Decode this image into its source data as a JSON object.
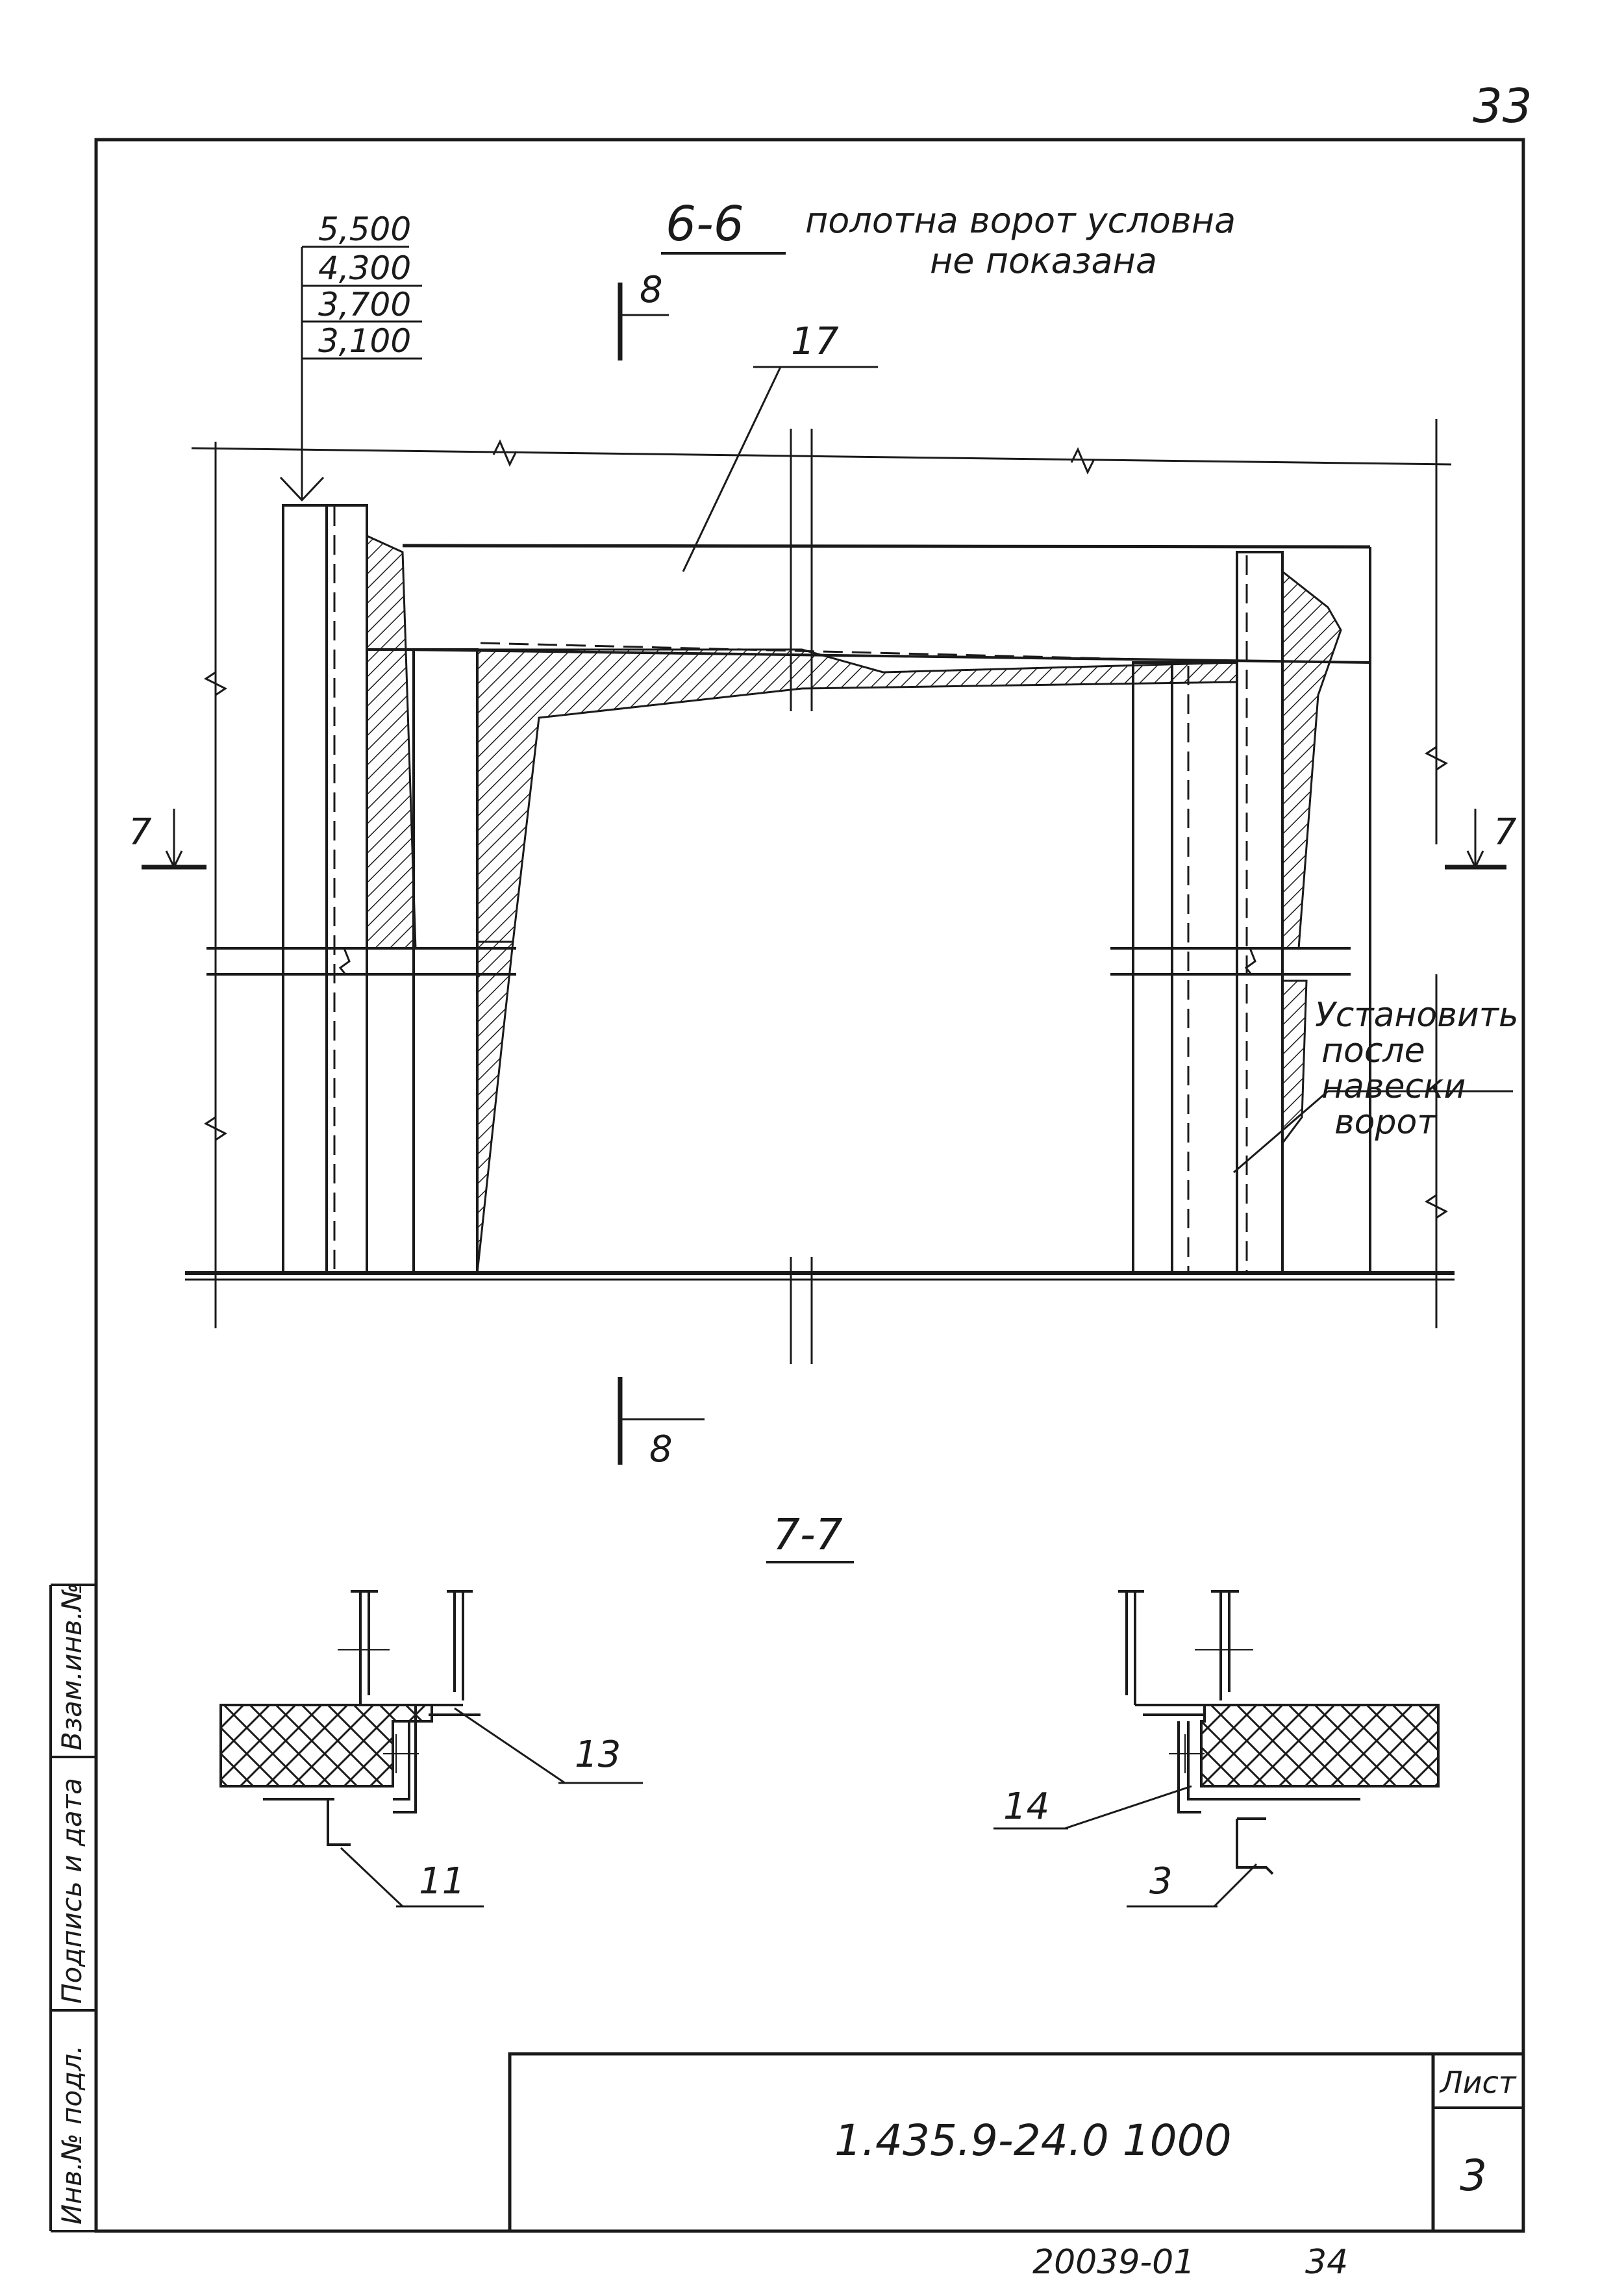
{
  "sheet": {
    "page_number": "33",
    "designation": "1.435.9-24.0 1000",
    "sheet_label": "Лист",
    "sheet_number": "3",
    "bottom_code": "20039-01",
    "bottom_number": "34"
  },
  "side_stamp": {
    "inv_no_podl": "Инв.№ подл.",
    "signature_date": "Подпись и дата",
    "vzam_inv": "Взам.инв.№"
  },
  "section_6": {
    "title": "6-6",
    "note_line1": "полотна ворот условна",
    "note_line2": "не показана",
    "elevations": [
      "5,500",
      "4,300",
      "3,700",
      "3,100"
    ],
    "cut_8": "8",
    "cut_7": "7",
    "item_17": "17",
    "install_note": [
      "Установить",
      "после",
      "навески",
      "ворот"
    ]
  },
  "section_7": {
    "title": "7-7",
    "callouts": [
      "13",
      "11",
      "14",
      "3"
    ]
  },
  "colors": {
    "ink": "#1a1a1a",
    "paper": "#ffffff"
  }
}
